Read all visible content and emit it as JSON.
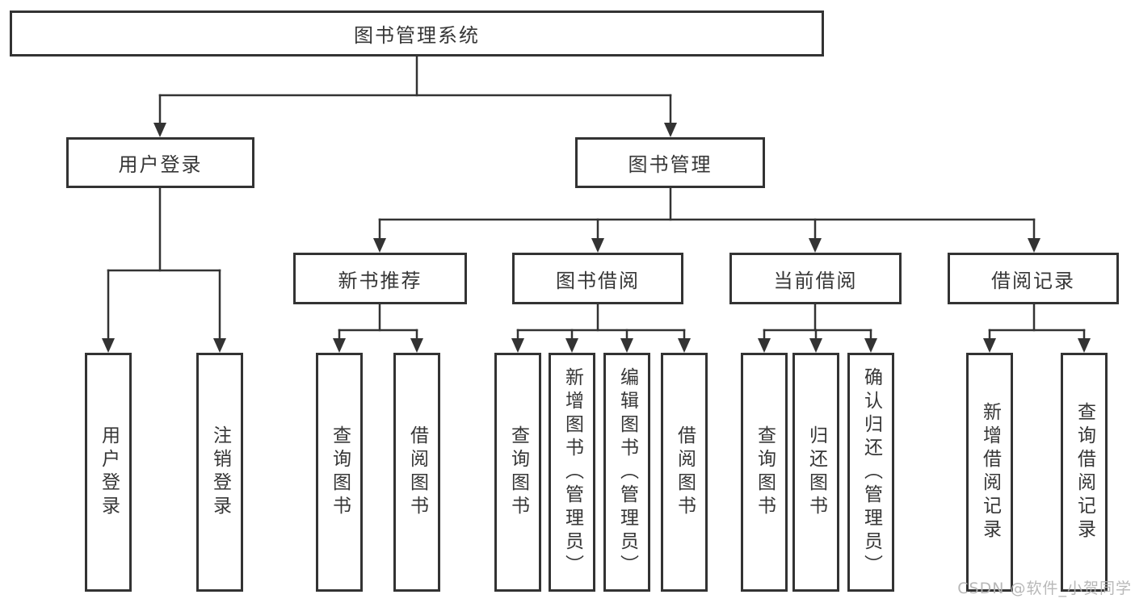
{
  "diagram": {
    "title": "图书管理系统",
    "nodes": {
      "root": "图书管理系统",
      "level2": [
        "用户登录",
        "图书管理"
      ],
      "level3": [
        "新书推荐",
        "图书借阅",
        "当前借阅",
        "借阅记录"
      ],
      "leaves": {
        "user_login": [
          "用户登录",
          "注销登录"
        ],
        "new_book_rec": [
          "查询图书",
          "借阅图书"
        ],
        "book_borrow": [
          "查询图书",
          "新增图书（管理员）",
          "编辑图书（管理员）",
          "借阅图书"
        ],
        "current_borrow": [
          "查询图书",
          "归还图书",
          "确认归还（管理员）"
        ],
        "borrow_records": [
          "新增借阅记录",
          "查询借阅记录"
        ]
      }
    },
    "colors": {
      "line": "#333333",
      "box_border": "#333333",
      "box_fill": "#ffffff",
      "text": "#363636",
      "watermark": "#b2b2b2"
    },
    "watermark": "CSDN @软件_小贺同学"
  }
}
